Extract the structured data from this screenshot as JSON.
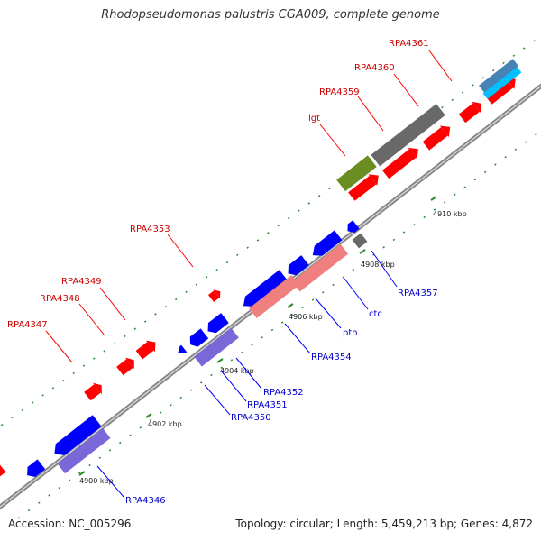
{
  "title": "Rhodopseudomonas palustris CGA009, complete genome",
  "footer": {
    "accession": "Accession: NC_005296",
    "summary": "Topology: circular; Length: 5,459,213 bp; Genes: 4,872"
  },
  "axis": {
    "ticks": [
      "4900 kbp",
      "4902 kbp",
      "4904 kbp",
      "4906 kbp",
      "4908 kbp",
      "4910 kbp"
    ]
  },
  "colors": {
    "forward_gene": "#ff0000",
    "reverse_gene": "#0000ff",
    "reverse_cds": "#7b68d8",
    "forward_cds": "#f08080",
    "neutral_gene": "#707070",
    "olive_gene": "#6b8e23",
    "sky_gene": "#00bfff",
    "steel_gene": "#4682b4",
    "backbone": "#8a8a8a",
    "label_forward": "#cc0000",
    "label_reverse": "#0000cc",
    "tick": "#2e8b2e"
  },
  "labels": {
    "forward": [
      "RPA4361",
      "RPA4360",
      "RPA4359",
      "lgt",
      "RPA4353",
      "RPA4349",
      "RPA4348",
      "RPA4347"
    ],
    "reverse": [
      "RPA4357",
      "ctc",
      "pth",
      "RPA4354",
      "RPA4352",
      "RPA4351",
      "RPA4350",
      "RPA4346"
    ]
  }
}
